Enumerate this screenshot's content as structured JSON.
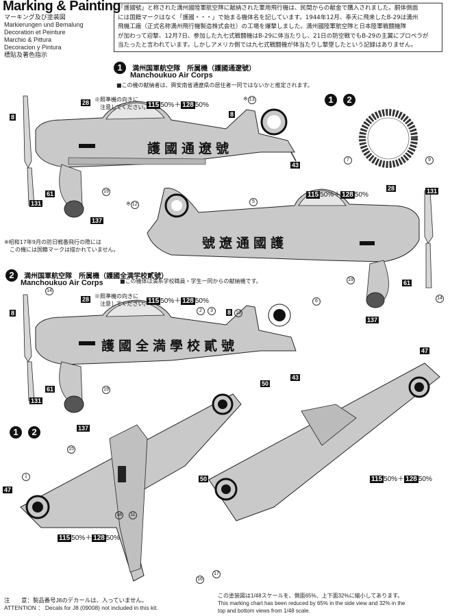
{
  "header": {
    "title": "Marking & Painting",
    "lines": [
      "マーキング及び塗装図",
      "Markierungen und Bemalung",
      "Decoration et Peinture",
      "Marchio & Pittura",
      "Decoracion y Pintura",
      "標貼及著色指示"
    ]
  },
  "intro": {
    "lines": [
      "「護國號」と称された満州國陸軍航空隊に献納された軍用飛行機は、民間からの献金で購入されました。胴体側面",
      "には国籍マークはなく「護國・・・」で始まる機体名を記しています。1944年12月、奉天に飛来したB-29は満州",
      "飛機工廠（正式名称満州飛行機製造株式会社）の工場を爆撃しました。満州國陸軍航空隊と日本陸軍戦闘機隊",
      "が加わって迎撃、12月7日、参加した九七式戦闘機はB-29に体当たりし、21日の防空戦でもB-29の主翼にプロペラが",
      "当たったと言われています。しかしアメリカ側では九七式戦闘機が体当たりし撃墜したという記録はありません。"
    ]
  },
  "section1": {
    "number": "1",
    "title": "満州国軍航空隊　所属機（護國通遼號）",
    "subtitle": "Manchoukuo Air Corps",
    "note": "■この機の献納者は、興安南省通遼県の居住者一同ではないかと推定されます。",
    "kanji_left": "護國通遼號",
    "kanji_right": "號遼通國護",
    "foot_note": [
      "※昭和17年9月の防日戦番飛行の際には",
      "　この機には国籍マークは描かれていません。"
    ],
    "callout_sight": [
      "※照準機の向きに",
      "　注意してください。"
    ]
  },
  "section2": {
    "number": "2",
    "title": "満州国軍航空隊　所属機（護國全満学校貳號）",
    "subtitle": "Manchoukuo Air Corps",
    "note": "■この機体は満系学校職員・学生一同からの献納機です。",
    "kanji": "護國全満學校貳號",
    "callout_sight": [
      "※照準機の向きに",
      "　注意してください。"
    ]
  },
  "mix": {
    "a": "115",
    "a_pct": "50%",
    "plus": "＋",
    "b": "128",
    "b_pct": "50%"
  },
  "badges": {
    "one": "1",
    "two": "2"
  },
  "callouts": [
    "8",
    "28",
    "13",
    "14",
    "131",
    "61",
    "19",
    "137",
    "43",
    "12",
    "5",
    "6",
    "7",
    "9",
    "2",
    "3",
    "10",
    "50",
    "47",
    "15",
    "1",
    "18",
    "11",
    "17",
    "16"
  ],
  "footer": {
    "jp_caution": "注　　意：製品番号J8のデカールは、入っていません。",
    "en_caution": "ATTENTION ： Decals for J8 (09008) not included in this kit.",
    "scale_jp": "この塗装図は1/48スケールを、側面65%、上下面32%に縮小してあります。",
    "scale_en1": "This marking chart has been reduced by 65% in the side view and 32% in the",
    "scale_en2": "top and bottom views from 1/48 scale."
  },
  "colors": {
    "ink": "#111111",
    "aircraft_gray": "#c9c9c9",
    "paper": "#ffffff"
  }
}
